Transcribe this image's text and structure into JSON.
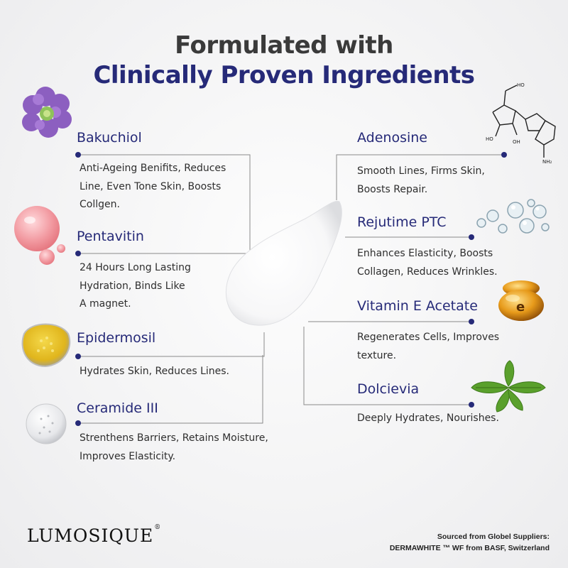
{
  "header": {
    "line1": "Formulated with",
    "line2": "Clinically Proven Ingredients"
  },
  "left_ingredients": [
    {
      "name": "Bakuchiol",
      "desc": [
        "Anti-Ageing Benifits, Reduces",
        "Line, Even Tone Skin, Boosts",
        "Collgen."
      ],
      "icon": "purple-flower-icon"
    },
    {
      "name": "Pentavitin",
      "desc": [
        "24 Hours Long Lasting",
        "Hydration, Binds Like",
        "A magnet."
      ],
      "icon": "pink-droplets-icon"
    },
    {
      "name": "Epidermosil",
      "desc": [
        "Hydrates Skin, Reduces Lines."
      ],
      "icon": "yellow-gel-drop-icon"
    },
    {
      "name": "Ceramide III",
      "desc": [
        "Strenthens Barriers, Retains Moisture,",
        "Improves Elasticity."
      ],
      "icon": "clear-gel-drop-icon"
    }
  ],
  "right_ingredients": [
    {
      "name": "Adenosine",
      "desc": [
        "Smooth Lines, Firms Skin,",
        "Boosts Repair."
      ],
      "icon": "molecule-structure-icon"
    },
    {
      "name": "Rejutime PTC",
      "desc": [
        "Enhances Elasticity, Boosts",
        "Collagen, Reduces Wrinkles."
      ],
      "icon": "water-bubbles-icon"
    },
    {
      "name": "Vitamin E Acetate",
      "desc": [
        "Regenerates Cells, Improves",
        "texture."
      ],
      "icon": "vitamin-e-capsule-icon",
      "capsule_letter": "e"
    },
    {
      "name": "Dolcievia",
      "desc": [
        "Deeply Hydrates, Nourishes."
      ],
      "icon": "stevia-leaf-icon"
    }
  ],
  "brand": {
    "name": "LUMOSIQUE",
    "mark": "®"
  },
  "source": {
    "line1": "Sourced from Globel Suppliers:",
    "line2": "DERMAWHITE ™ WF from BASF, Switzerland"
  },
  "colors": {
    "accent": "#262a78",
    "dark_text": "#3a3a3a",
    "line": "#8a8a8a"
  }
}
